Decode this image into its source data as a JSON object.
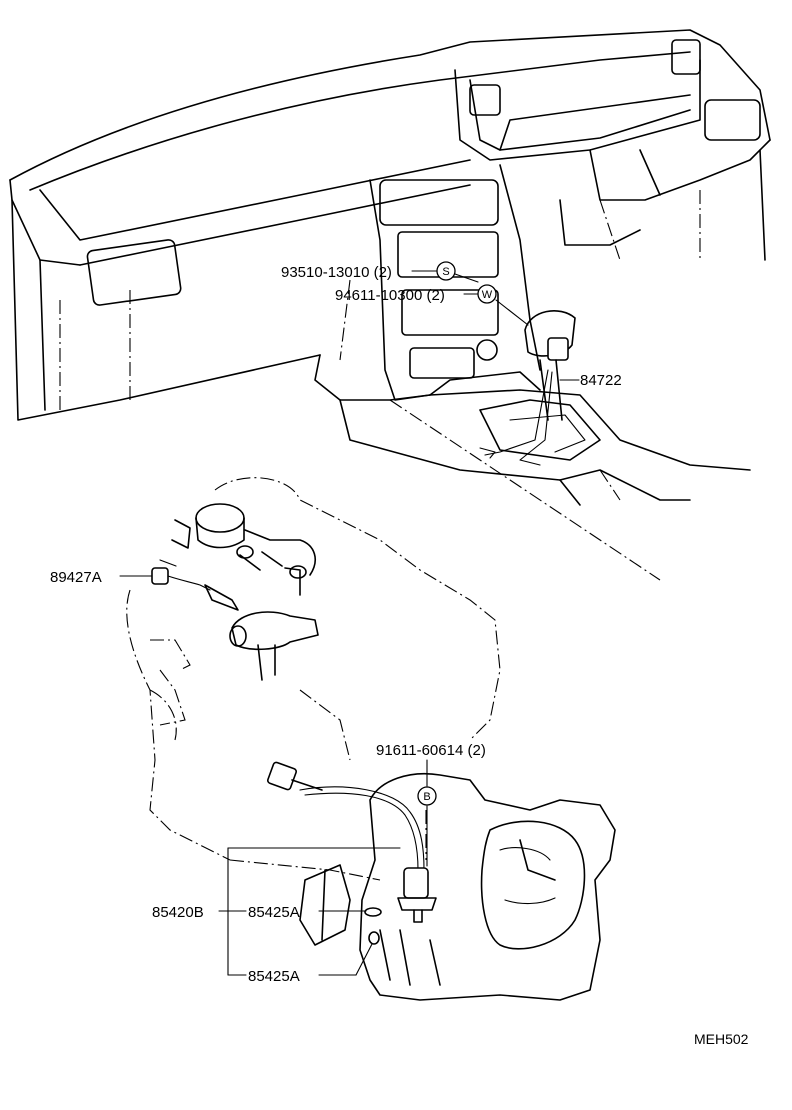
{
  "diagram": {
    "page_code": "MEH502",
    "parts": [
      {
        "id": "93510-13010",
        "qty": "(2)",
        "callout": "S"
      },
      {
        "id": "94611-10300",
        "qty": "(2)",
        "callout": "W"
      },
      {
        "id": "84722"
      },
      {
        "id": "89427A"
      },
      {
        "id": "91611-60614",
        "qty": "(2)",
        "callout": "B"
      },
      {
        "id": "85420B"
      },
      {
        "id": "85425A"
      },
      {
        "id": "85425A"
      }
    ]
  }
}
